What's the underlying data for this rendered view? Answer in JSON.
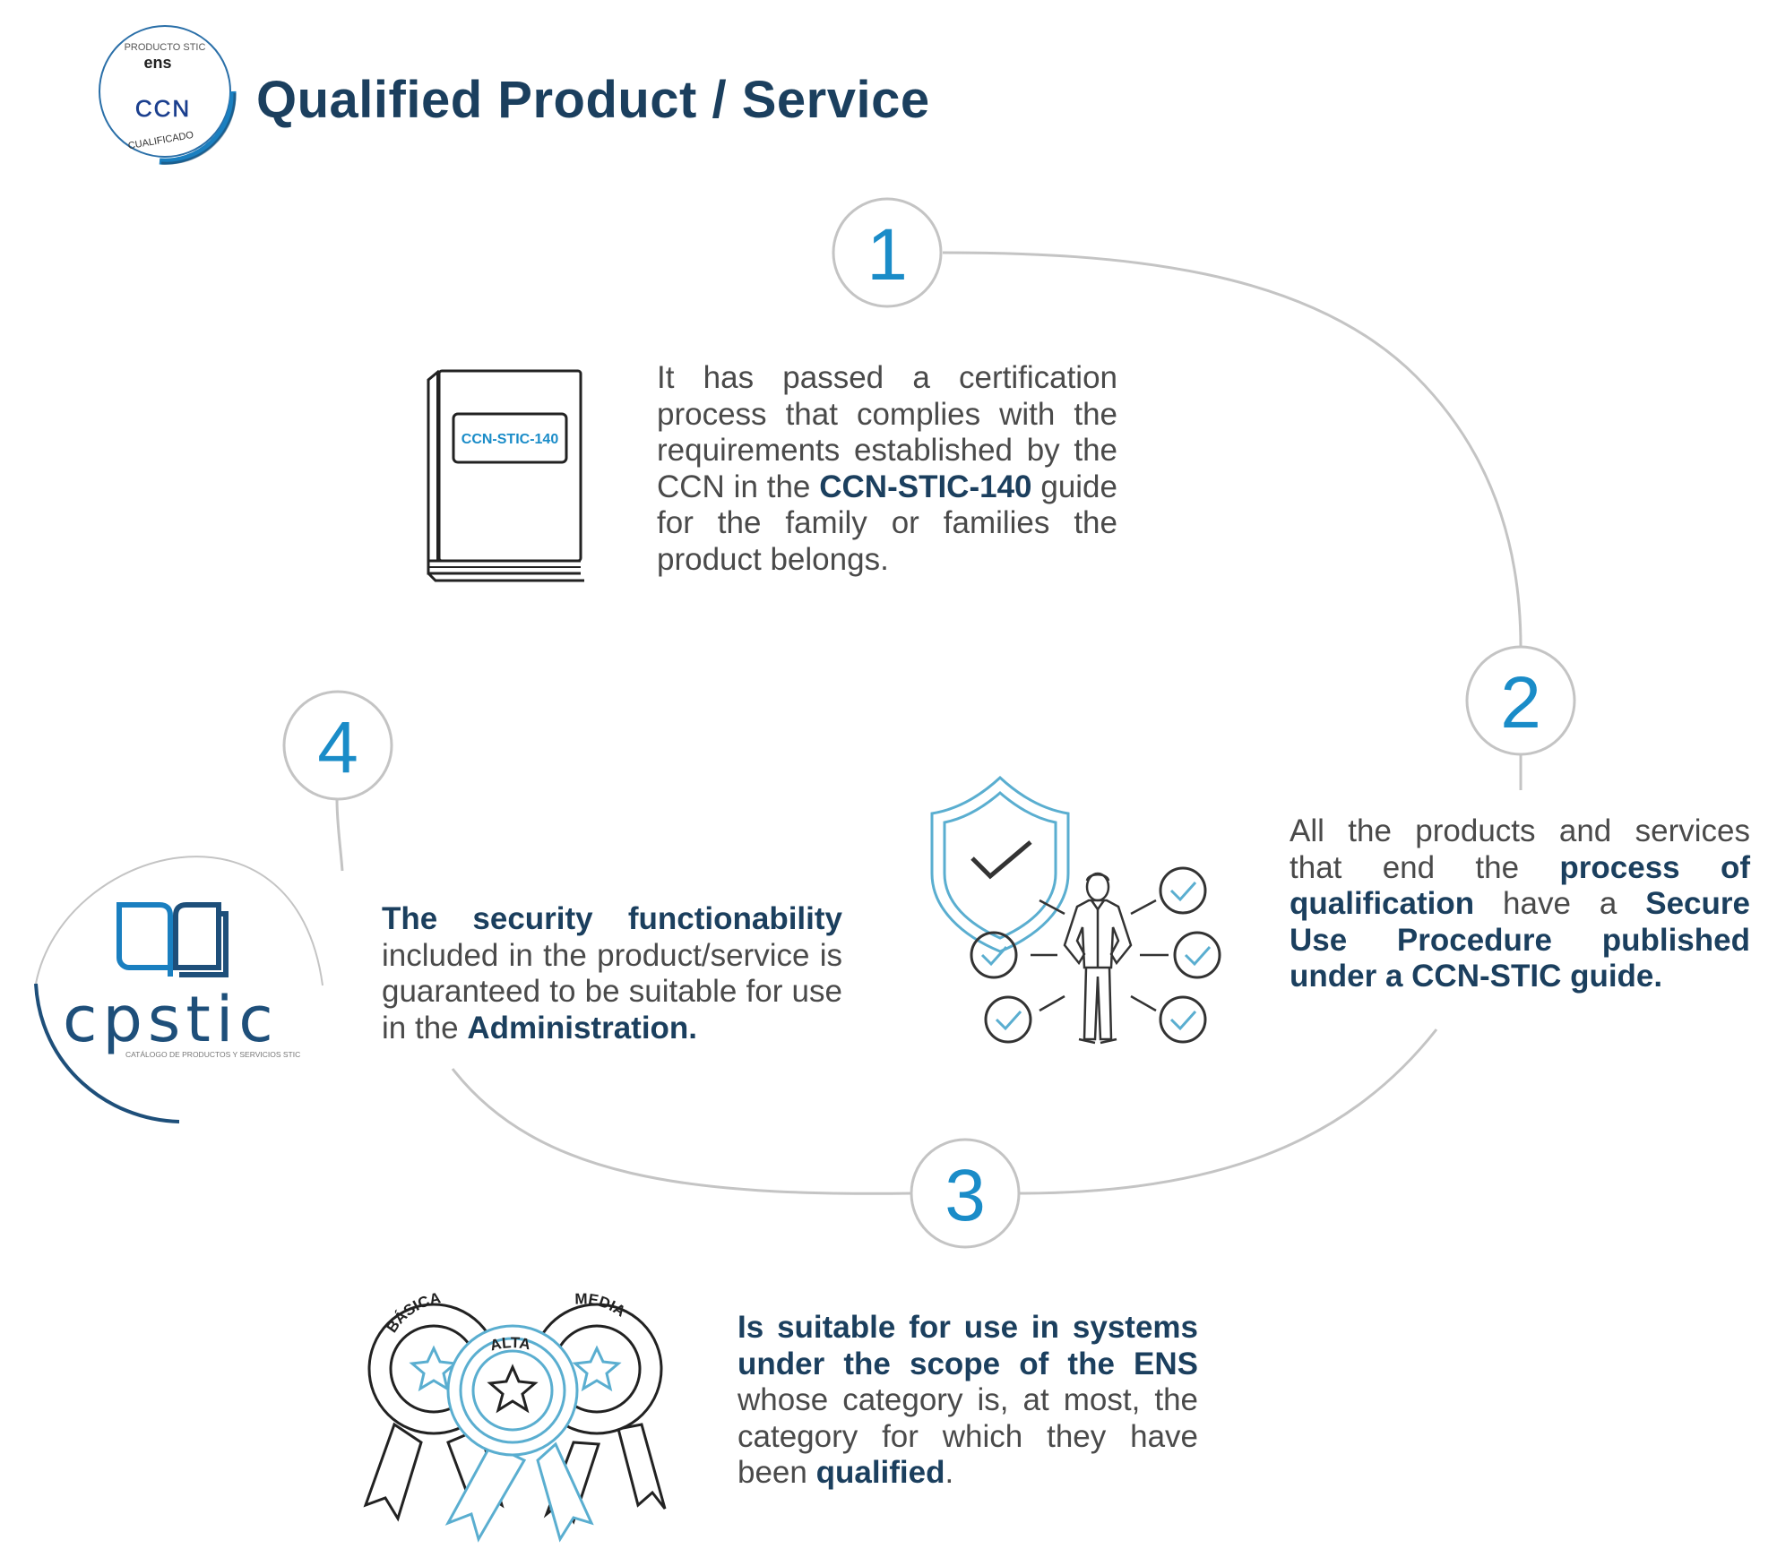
{
  "header": {
    "title": "Qualified Product / Service",
    "badge": {
      "top_text": "PRODUCTO STIC",
      "ens_text": "ens",
      "ccn_text": "CCN",
      "bottom_text": "CUALIFICADO"
    }
  },
  "steps": [
    {
      "number": "1",
      "text": [
        {
          "t": "It has passed a certification process that complies with the requirements established by the CCN in the "
        },
        {
          "t": "CCN-STIC-140",
          "b": true
        },
        {
          "t": " guide for the family or families the product belongs."
        }
      ],
      "icon": "book-icon",
      "book_label": "CCN-STIC-140"
    },
    {
      "number": "2",
      "text": [
        {
          "t": "All the products and services that end the "
        },
        {
          "t": "process of qualification",
          "b": true
        },
        {
          "t": " have a "
        },
        {
          "t": "Secure Use Procedure published under a CCN-STIC guide.",
          "b": true
        }
      ],
      "icon": "security-person-icon"
    },
    {
      "number": "3",
      "text": [
        {
          "t": "Is suitable for use in systems under the scope of the ENS",
          "b": true
        },
        {
          "t": " whose category is, at most, the category for which they have been "
        },
        {
          "t": "qualified",
          "b": true
        },
        {
          "t": "."
        }
      ],
      "icon": "award-ribbons-icon",
      "ribbon_labels": [
        "BÁSICA",
        "ALTA",
        "MEDIA"
      ]
    },
    {
      "number": "4",
      "text": [
        {
          "t": "The security functionability",
          "b": true
        },
        {
          "t": " included in the product/service is guaranteed to be suitable for use in the "
        },
        {
          "t": "Administration.",
          "b": true
        }
      ],
      "icon": "cpstic-logo"
    }
  ],
  "logo": {
    "name": "cpstic",
    "subtitle": "CATÁLOGO DE PRODUCTOS Y SERVICIOS STIC"
  },
  "colors": {
    "navy": "#1b3f5e",
    "accent": "#1a8cc8",
    "body_text": "#4a4a4a",
    "connector": "#c4c4c4",
    "icon_blue": "#5aaed0"
  }
}
